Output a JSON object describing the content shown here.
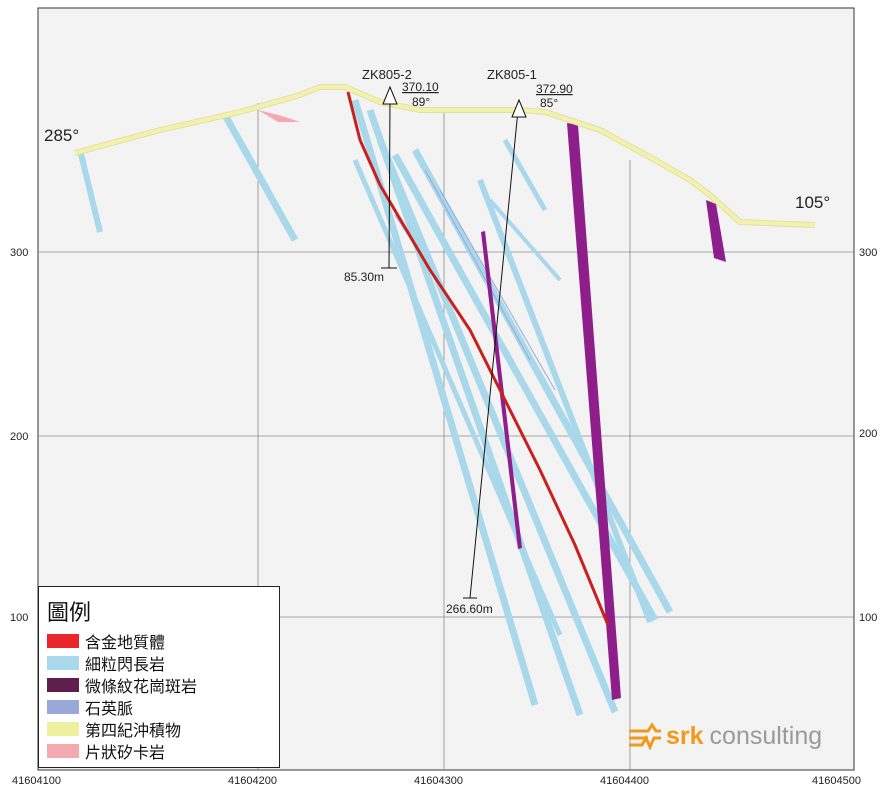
{
  "section": {
    "bearing_left": "285°",
    "bearing_right": "105°",
    "y_axis_left": [
      "300",
      "200",
      "100"
    ],
    "y_axis_right": [
      "300",
      "200",
      "100"
    ],
    "x_axis": [
      "41604100",
      "41604200",
      "41604300",
      "41604400",
      "41604500"
    ]
  },
  "drillholes": [
    {
      "id": "ZK805-2",
      "collar_elevation": "370.10",
      "dip": "89°",
      "depth_label": "85.30m"
    },
    {
      "id": "ZK805-1",
      "collar_elevation": "372.90",
      "dip": "85°",
      "depth_label": "266.60m"
    }
  ],
  "legend": {
    "title": "圖例",
    "items": [
      {
        "label": "含金地質體",
        "color": "#e8262b"
      },
      {
        "label": "細粒閃長岩",
        "color": "#a8d8ea"
      },
      {
        "label": "微條紋花崗斑岩",
        "color": "#5e1f4e"
      },
      {
        "label": "石英脈",
        "color": "#9aa8d8"
      },
      {
        "label": "第四紀沖積物",
        "color": "#eef0a0"
      },
      {
        "label": "片狀矽卡岩",
        "color": "#f4a8b0"
      }
    ]
  },
  "logo": {
    "brand": "srk",
    "sub": "consulting",
    "color": "#f09a1c"
  },
  "colors": {
    "dike": "#a8d8ea",
    "porphyry": "#8e1f8a",
    "gold_body": "#c8201e",
    "alluvium": "#f3f1b0",
    "skarn": "#f4a8b0",
    "grid": "#8a8a8a",
    "frame_bg": "#f3f3f3"
  }
}
